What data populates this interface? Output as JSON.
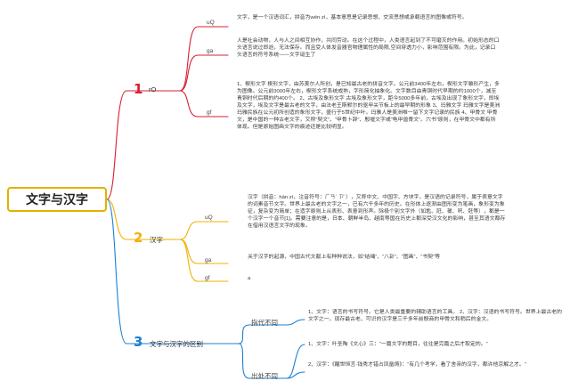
{
  "root": {
    "label": "文字与汉字"
  },
  "branches": [
    {
      "number": "1",
      "label": "rO",
      "color": "#d4202f",
      "children": [
        {
          "label": "uQ",
          "text": "文字，是一个汉语词汇，拼音为wén zì，基本意思是记录思想、交流思想或承载语言的图像或符号。"
        },
        {
          "label": "ga",
          "text": "人是社会动物，人与人之间相互协作，共同劳动。在这个过程中，人类语言起到了不可磨灭的作用。初始形态的口头语言说过即逝，无法保存。而且受人体发音器官物理属性的局限,空间穿透力小，影响范围有限。为此，记录口头语言的符号系统——文字诞生了"
        },
        {
          "label": "gf",
          "text": "1、楔形文字 楔形文字，由苏美尔人所创，是已知最古老的拼音文字。公元前3400年左右，楔形文字雏形产生，多为图像。公元前3000年左右，楔形文字系统成熟，字形简化抽象化。文字数目由青铜时代早期的约1000个，减至青铜时代后期的约400个。 2、古埃及象形文字 古埃及象形文字，距今5000多年前，古埃及出现了象形文字，即埃及文字，埃及文字是最古老的文字，由法老王斯默尔的驱甲关节板上的最早期的形象 3、玛雅文字 玛雅文字是美洲玛雅民族在公元初所创造的象形文字，盛行于5世纪中叶。玛雅人是美洲唯一留下文字记录的民族 4、甲骨文 甲骨文，是中国的一种古老文字，又称“契文”、“甲骨卜辞”、殷墟文字或“龟甲兽骨文”。六书”原则，在甲骨文中都有所体现。但是原始图画文字的痕迹还是比较明显。"
        }
      ]
    },
    {
      "number": "2",
      "label": "汉字",
      "color": "#f2b000",
      "children": [
        {
          "label": "uQ",
          "text": "汉字（拼音：hàn zì，注音符号：ㄏㄢˋ ㄗˋ），又称中文、中国字、方块字，是汉语的记录符号，属于表意文字的词素音节文字。世界上最古老的文字之一，已有六千多年的历史。在形体上逐渐由图形变为笔画，象形变为象征，复杂变为简单；在造字原则上从表形、表意到形声。除极个别文字外（如匙、瓩、嗧、呎、兛等），都是一个汉字一个音节[1]。需要注意的是，日本、朝鲜半岛、越南等国在历史上都深受汉文化的影响，甚至其语文都存在借用汉语言文字的现象。"
        },
        {
          "label": "ga",
          "text": "关于汉字的起源，中国古代文献上有种种说法，如“结绳”、“八卦”、“图画”、“书契”等"
        },
        {
          "label": "gf",
          "text": "a"
        }
      ]
    },
    {
      "number": "3",
      "label": "文字与汉字的区别",
      "color": "#1b7fd4",
      "children": [
        {
          "label": "指代不同",
          "items": [
            "1、文字：语言的书写符号。它是人类最重要的辅助语言的工具。 2、汉字：汉语的书写符号。世界上最古老的文字之一。现存最古老、可识的汉字是三千多年前殷商的甲骨文和稍后的金文。"
          ]
        },
        {
          "label": "出处不同",
          "items": [
            "1、文字：叶圣陶《文心》三：“一篇文字的题目，往往是完篇之后才取定的。”",
            "2、汉字：《醒世恒言·钱秀才错占凤凰俦》：“有几个考学，看了舍亲的汉字，都许他京解之才。”"
          ]
        }
      ]
    }
  ]
}
